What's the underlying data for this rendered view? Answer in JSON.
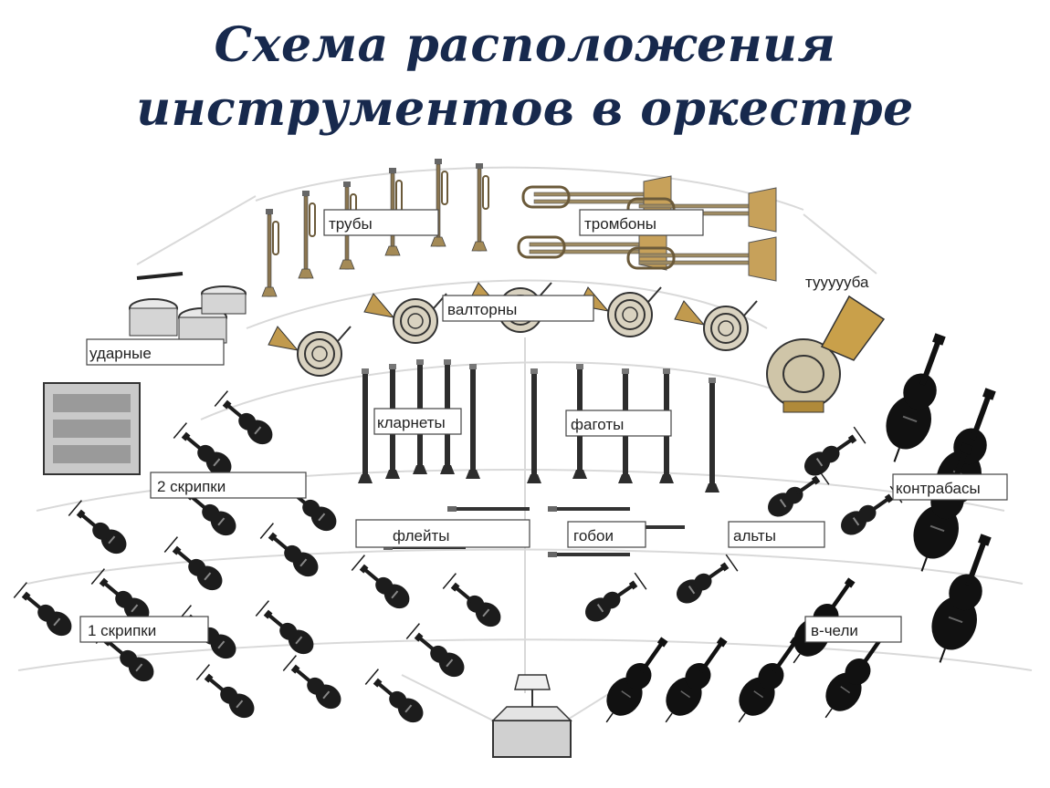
{
  "title": {
    "line1": "Схема расположения",
    "line2": "инструментов в оркестре"
  },
  "labels": {
    "trumpets": "трубы",
    "trombones": "тромбоны",
    "tuba": "туууууба",
    "horns": "валторны",
    "percussion": "ударные",
    "clarinets": "кларнеты",
    "bassoons": "фаготы",
    "violins2": "2 скрипки",
    "double_basses": "контрабасы",
    "flutes": "флейты",
    "oboes": "гобои",
    "violas": "альты",
    "violins1": "1 скрипки",
    "cellos": "в-чели"
  },
  "colors": {
    "title": "#17294d",
    "brass": "#b08a3a",
    "strings": "#1c1c1c",
    "woodwind": "#333333",
    "divider": "#d9d9d9"
  }
}
